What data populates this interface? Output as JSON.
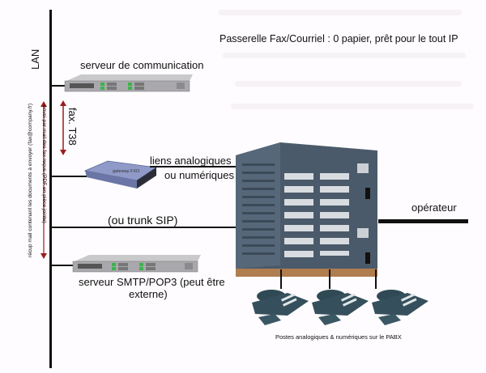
{
  "title": "Passerelle Fax/Courriel :  0 papier, prêt pour le tout IP",
  "lan": {
    "label": "LAN"
  },
  "devices": {
    "comm_server": {
      "label": "serveur de communication",
      "icon": "rack-server-icon"
    },
    "gateway": {
      "label": "gateway FXO",
      "icon": "fxo-gateway-icon"
    },
    "smtp_server": {
      "label_line1": "serveur SMTP/POP3 (peut être",
      "label_line2": "externe)",
      "icon": "rack-server-icon"
    },
    "pabx": {
      "icon": "pabx-chassis-icon"
    },
    "phones": {
      "label": "Postes analogiques & numériques sur le PABX",
      "count": 3,
      "icon": "desk-phone-icon"
    }
  },
  "links": {
    "fax_t38": "fax. T38",
    "analog_line1": "liens analogiques",
    "analog_line2": "ou numériques",
    "trunk_sip": "(ou trunk SIP)",
    "operator": "opérateur"
  },
  "mail_flows": {
    "send_fax": "envoi par mail des fax reçus (PDF en pièce jointe)",
    "receive_mail": "récup mail contenant les documents à envoyer (fax@company.fr)"
  },
  "colors": {
    "arrow": "#9b1c1c",
    "line": "#111111",
    "pabx": "#4a5a6a",
    "phone": "#2f4a55"
  }
}
